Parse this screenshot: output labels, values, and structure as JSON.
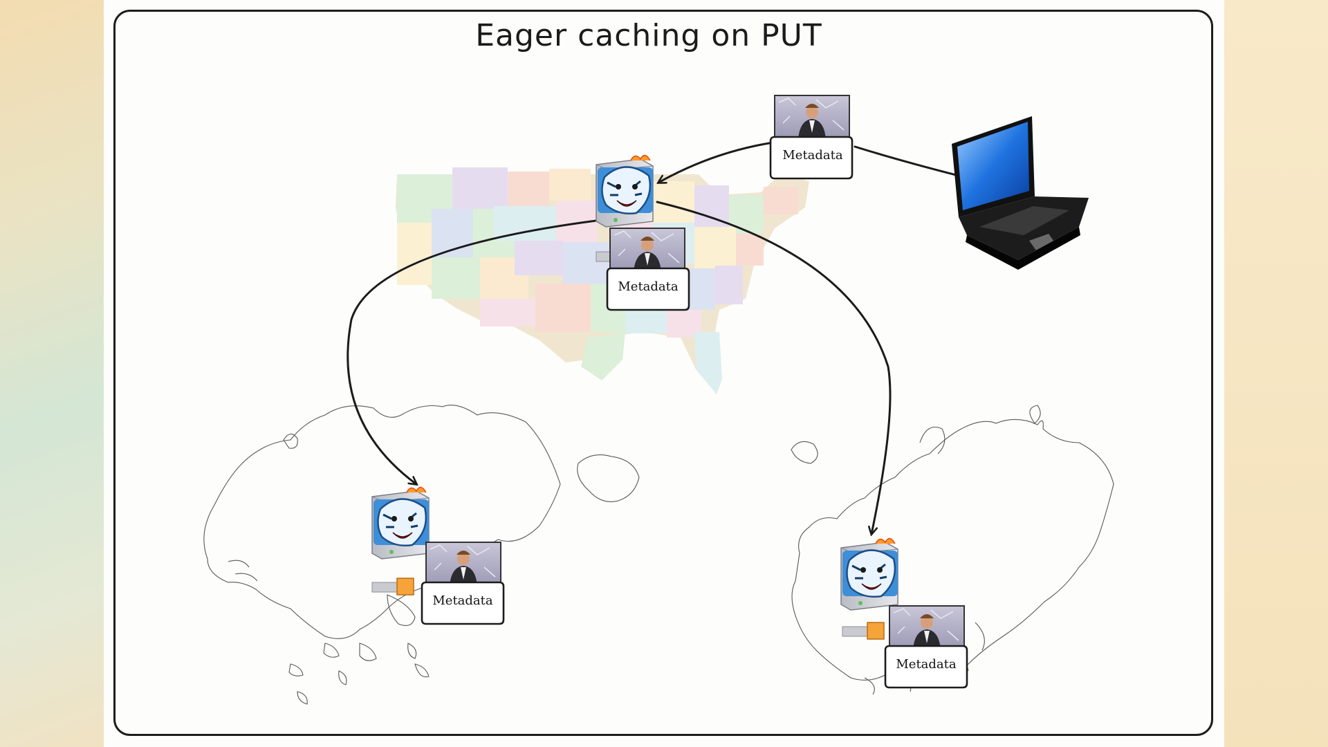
{
  "title": "Eager caching on PUT",
  "nodes": {
    "client": {
      "icon": "laptop-icon"
    },
    "origin": {
      "label": "Metadata"
    },
    "us_server": {
      "label": "Metadata",
      "icon": "tiger-server-icon"
    },
    "asia_server": {
      "label": "Metadata",
      "icon": "tiger-server-icon"
    },
    "europe_server": {
      "label": "Metadata",
      "icon": "tiger-server-icon"
    }
  },
  "colors": {
    "frame": "#1d1d1d",
    "arrow": "#1b1b1b",
    "state_palette": [
      "#f7c9b8",
      "#fbe0b6",
      "#c9e7c4",
      "#c7d3ec",
      "#d9c9e8",
      "#f3d1de",
      "#c9e6ea",
      "#fbe9b9"
    ]
  }
}
